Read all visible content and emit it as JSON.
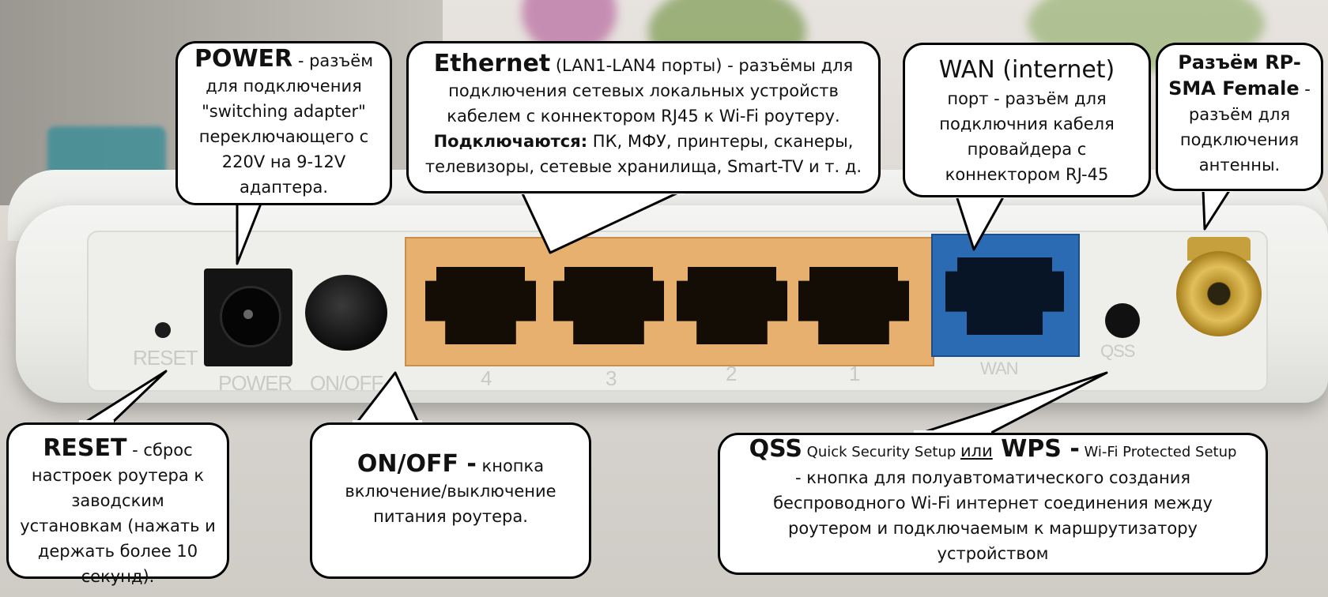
{
  "device_labels": {
    "reset": "RESET",
    "power": "POWER",
    "onoff": "ON/OFF",
    "lan4": "4",
    "lan3": "3",
    "lan2": "2",
    "lan1": "1",
    "wan": "WAN",
    "qss": "QSS"
  },
  "callouts": {
    "power": {
      "title": "POWER",
      "text": " - разъём для подключения \"switching adapter\" переключающего с 220V на 9-12V адаптера."
    },
    "ethernet": {
      "title": "Ethernet",
      "subtitle": " (LAN1-LAN4 порты) - разъёмы для подключения сетевых локальных устройств кабелем с коннектором RJ45 к Wi-Fi роутеру.",
      "connect_label": "Подключаются:",
      "connect_text": " ПК, МФУ, принтеры, сканеры, телевизоры, сетевые хранилища, Smart-TV и т. д."
    },
    "wan": {
      "title": "WAN (internet)",
      "text": "порт - разъём для подключния кабеля провайдера с коннектором RJ-45"
    },
    "rpsma": {
      "title": "Разъём RP-SMA Female",
      "text": " - разъём для подключения антенны."
    },
    "reset": {
      "title": "RESET",
      "text": " - сброс настроек роутера к заводским установкам (нажать и держать более 10 секунд)."
    },
    "onoff": {
      "title": "ON/OFF -",
      "text": " кнопка включение/выключение питания роутера."
    },
    "qss": {
      "qss_title": "QSS",
      "qss_full": " Quick Security Setup ",
      "or": "или",
      "wps_title": " WPS -",
      "wps_full": " Wi-Fi Protected Setup",
      "text": "- кнопка для полуавтоматического создания беспроводного Wi-Fi интернет соединения между роутером и подключаемым к маршрутизатору устройством"
    }
  },
  "colors": {
    "lan_ports": "#e8b06f",
    "wan_port": "#2a6bb3",
    "antenna_connector": "#c6a03c"
  }
}
